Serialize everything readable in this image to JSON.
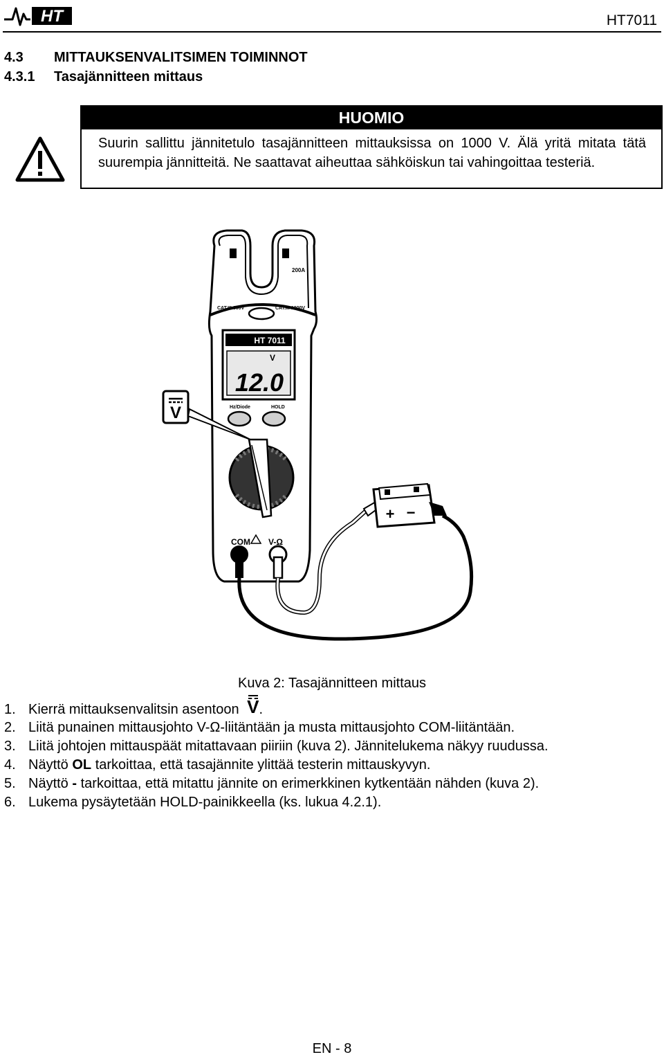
{
  "header": {
    "brand": "HT",
    "model": "HT7011"
  },
  "section": {
    "number": "4.3",
    "title": "MITTAUKSENVALITSIMEN TOIMINNOT",
    "sub_number": "4.3.1",
    "sub_title": "Tasajännitteen mittaus"
  },
  "notice": {
    "title": "HUOMIO",
    "text": "Suurin sallittu jännitetulo tasajännitteen mittauksissa on 1000 V. Älä yritä mitata tätä suurempia jännitteitä. Ne saattavat aiheuttaa sähköiskun tai vahingoittaa testeriä."
  },
  "figure": {
    "callout": "V",
    "model_label": "HT 7011",
    "display_unit": "V",
    "display_value": "12.0",
    "cat_left": "CAT.III 600V",
    "cat_right": "CAT.III 1000V",
    "range": "200A",
    "btn_left": "Hz/Diode",
    "btn_right": "HOLD",
    "terminal_com": "COM",
    "terminal_v": "V-Ω",
    "battery_plus": "+",
    "battery_minus": "−",
    "caption": "Kuva 2: Tasajännitteen mittaus"
  },
  "steps": [
    {
      "num": "1.",
      "text": "Kierrä mittauksenvalitsin asentoon",
      "symbol": "V",
      "after": "."
    },
    {
      "num": "2.",
      "text": "Liitä punainen mittausjohto V-Ω-liitäntään ja musta mittausjohto COM-liitäntään."
    },
    {
      "num": "3.",
      "text": "Liitä johtojen mittauspäät mitattavaan piiriin (kuva 2). Jännitelukema näkyy ruudussa."
    },
    {
      "num": "4.",
      "pre": "Näyttö",
      "bold": "OL",
      "post": "tarkoittaa, että tasajännite ylittää testerin mittauskyvyn."
    },
    {
      "num": "5.",
      "pre": "Näyttö",
      "bold": "-",
      "post": "tarkoittaa, että mitattu jännite on erimerkkinen kytkentään nähden (kuva 2)."
    },
    {
      "num": "6.",
      "text": "Lukema pysäytetään HOLD-painikkeella (ks. lukua 4.2.1)."
    }
  ],
  "footer": {
    "page": "EN - 8"
  }
}
